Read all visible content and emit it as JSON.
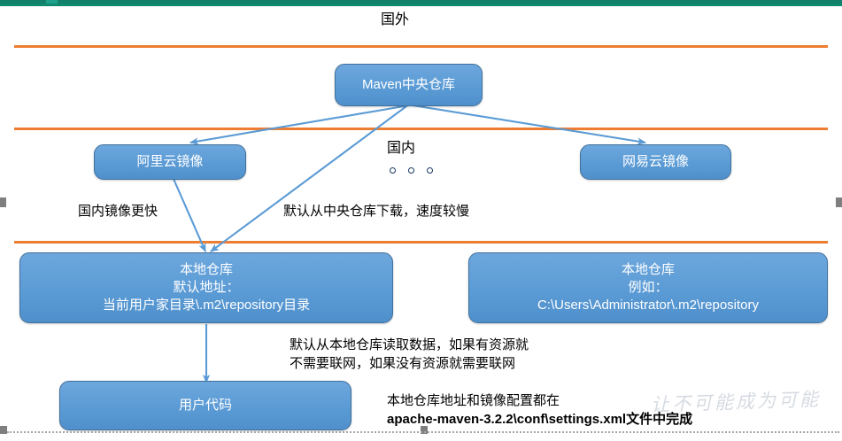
{
  "diagram": {
    "title_region_label": "国外",
    "domestic_label": "国内",
    "ellipsis_symbol": "∘ ∘ ∘",
    "nodes": [
      {
        "id": "maven-central",
        "lines": [
          "Maven中央仓库"
        ]
      },
      {
        "id": "aliyun-mirror",
        "lines": [
          "阿里云镜像"
        ]
      },
      {
        "id": "netease-mirror",
        "lines": [
          "网易云镜像"
        ]
      },
      {
        "id": "local-repo-default",
        "lines": [
          "本地仓库",
          "默认地址：",
          "当前用户家目录\\.m2\\repository目录"
        ]
      },
      {
        "id": "local-repo-example",
        "lines": [
          "本地仓库",
          "例如：",
          "C:\\Users\\Administrator\\.m2\\repository"
        ]
      },
      {
        "id": "user-code",
        "lines": [
          "用户代码"
        ]
      }
    ],
    "annotations": [
      {
        "id": "mirror-faster",
        "text": "国内镜像更快"
      },
      {
        "id": "default-from-central",
        "text": "默认从中央仓库下载，速度较慢"
      },
      {
        "id": "read-local-line1",
        "text": "默认从本地仓库读取数据，如果有资源就"
      },
      {
        "id": "read-local-line2",
        "text": "不需要联网，如果没有资源就需要联网"
      },
      {
        "id": "settings-line1",
        "text": "本地仓库地址和镜像配置都在"
      },
      {
        "id": "settings-line2",
        "text": "apache-maven-3.2.2\\conf\\settings.xml文件中完成"
      }
    ],
    "watermark_text": "让不可能成为可能",
    "colors": {
      "node_fill": "#5B9BD5",
      "node_border": "#41719C",
      "node_text": "#FFFFFF",
      "rule_orange": "#ED7D31",
      "band_teal": "#12806A",
      "arrow": "#5B9BD5",
      "body_text": "#000000",
      "handle_gray": "#7F7F7F"
    }
  }
}
